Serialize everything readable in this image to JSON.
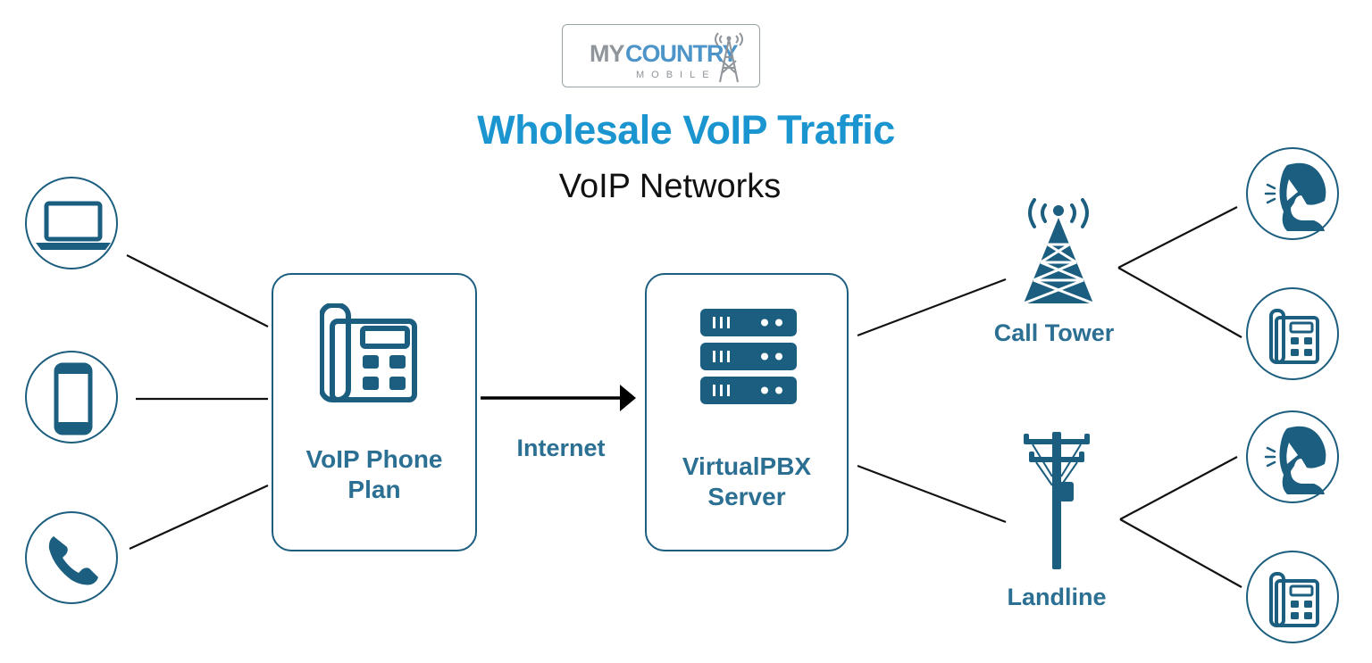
{
  "logo": {
    "word1": "MY",
    "word2": "COUNTRY",
    "word3": "MOBILE"
  },
  "title": "Wholesale VoIP Traffic",
  "subtitle": "VoIP Networks",
  "nodes": {
    "voip_phone_plan": {
      "line1": "VoIP Phone",
      "line2": "Plan"
    },
    "internet": "Internet",
    "virtualpbx_server": {
      "line1": "VirtualPBX",
      "line2": "Server"
    },
    "call_tower": "Call Tower",
    "landline": "Landline"
  },
  "icons": {
    "left": [
      "laptop-icon",
      "smartphone-icon",
      "phone-handset-icon"
    ],
    "right": [
      "person-on-phone-icon",
      "desk-phone-icon",
      "person-on-phone-icon",
      "desk-phone-icon"
    ]
  },
  "colors": {
    "accent": "#1a95d0",
    "icon": "#1c5e7f",
    "label": "#2b6f93",
    "line": "#111111"
  }
}
